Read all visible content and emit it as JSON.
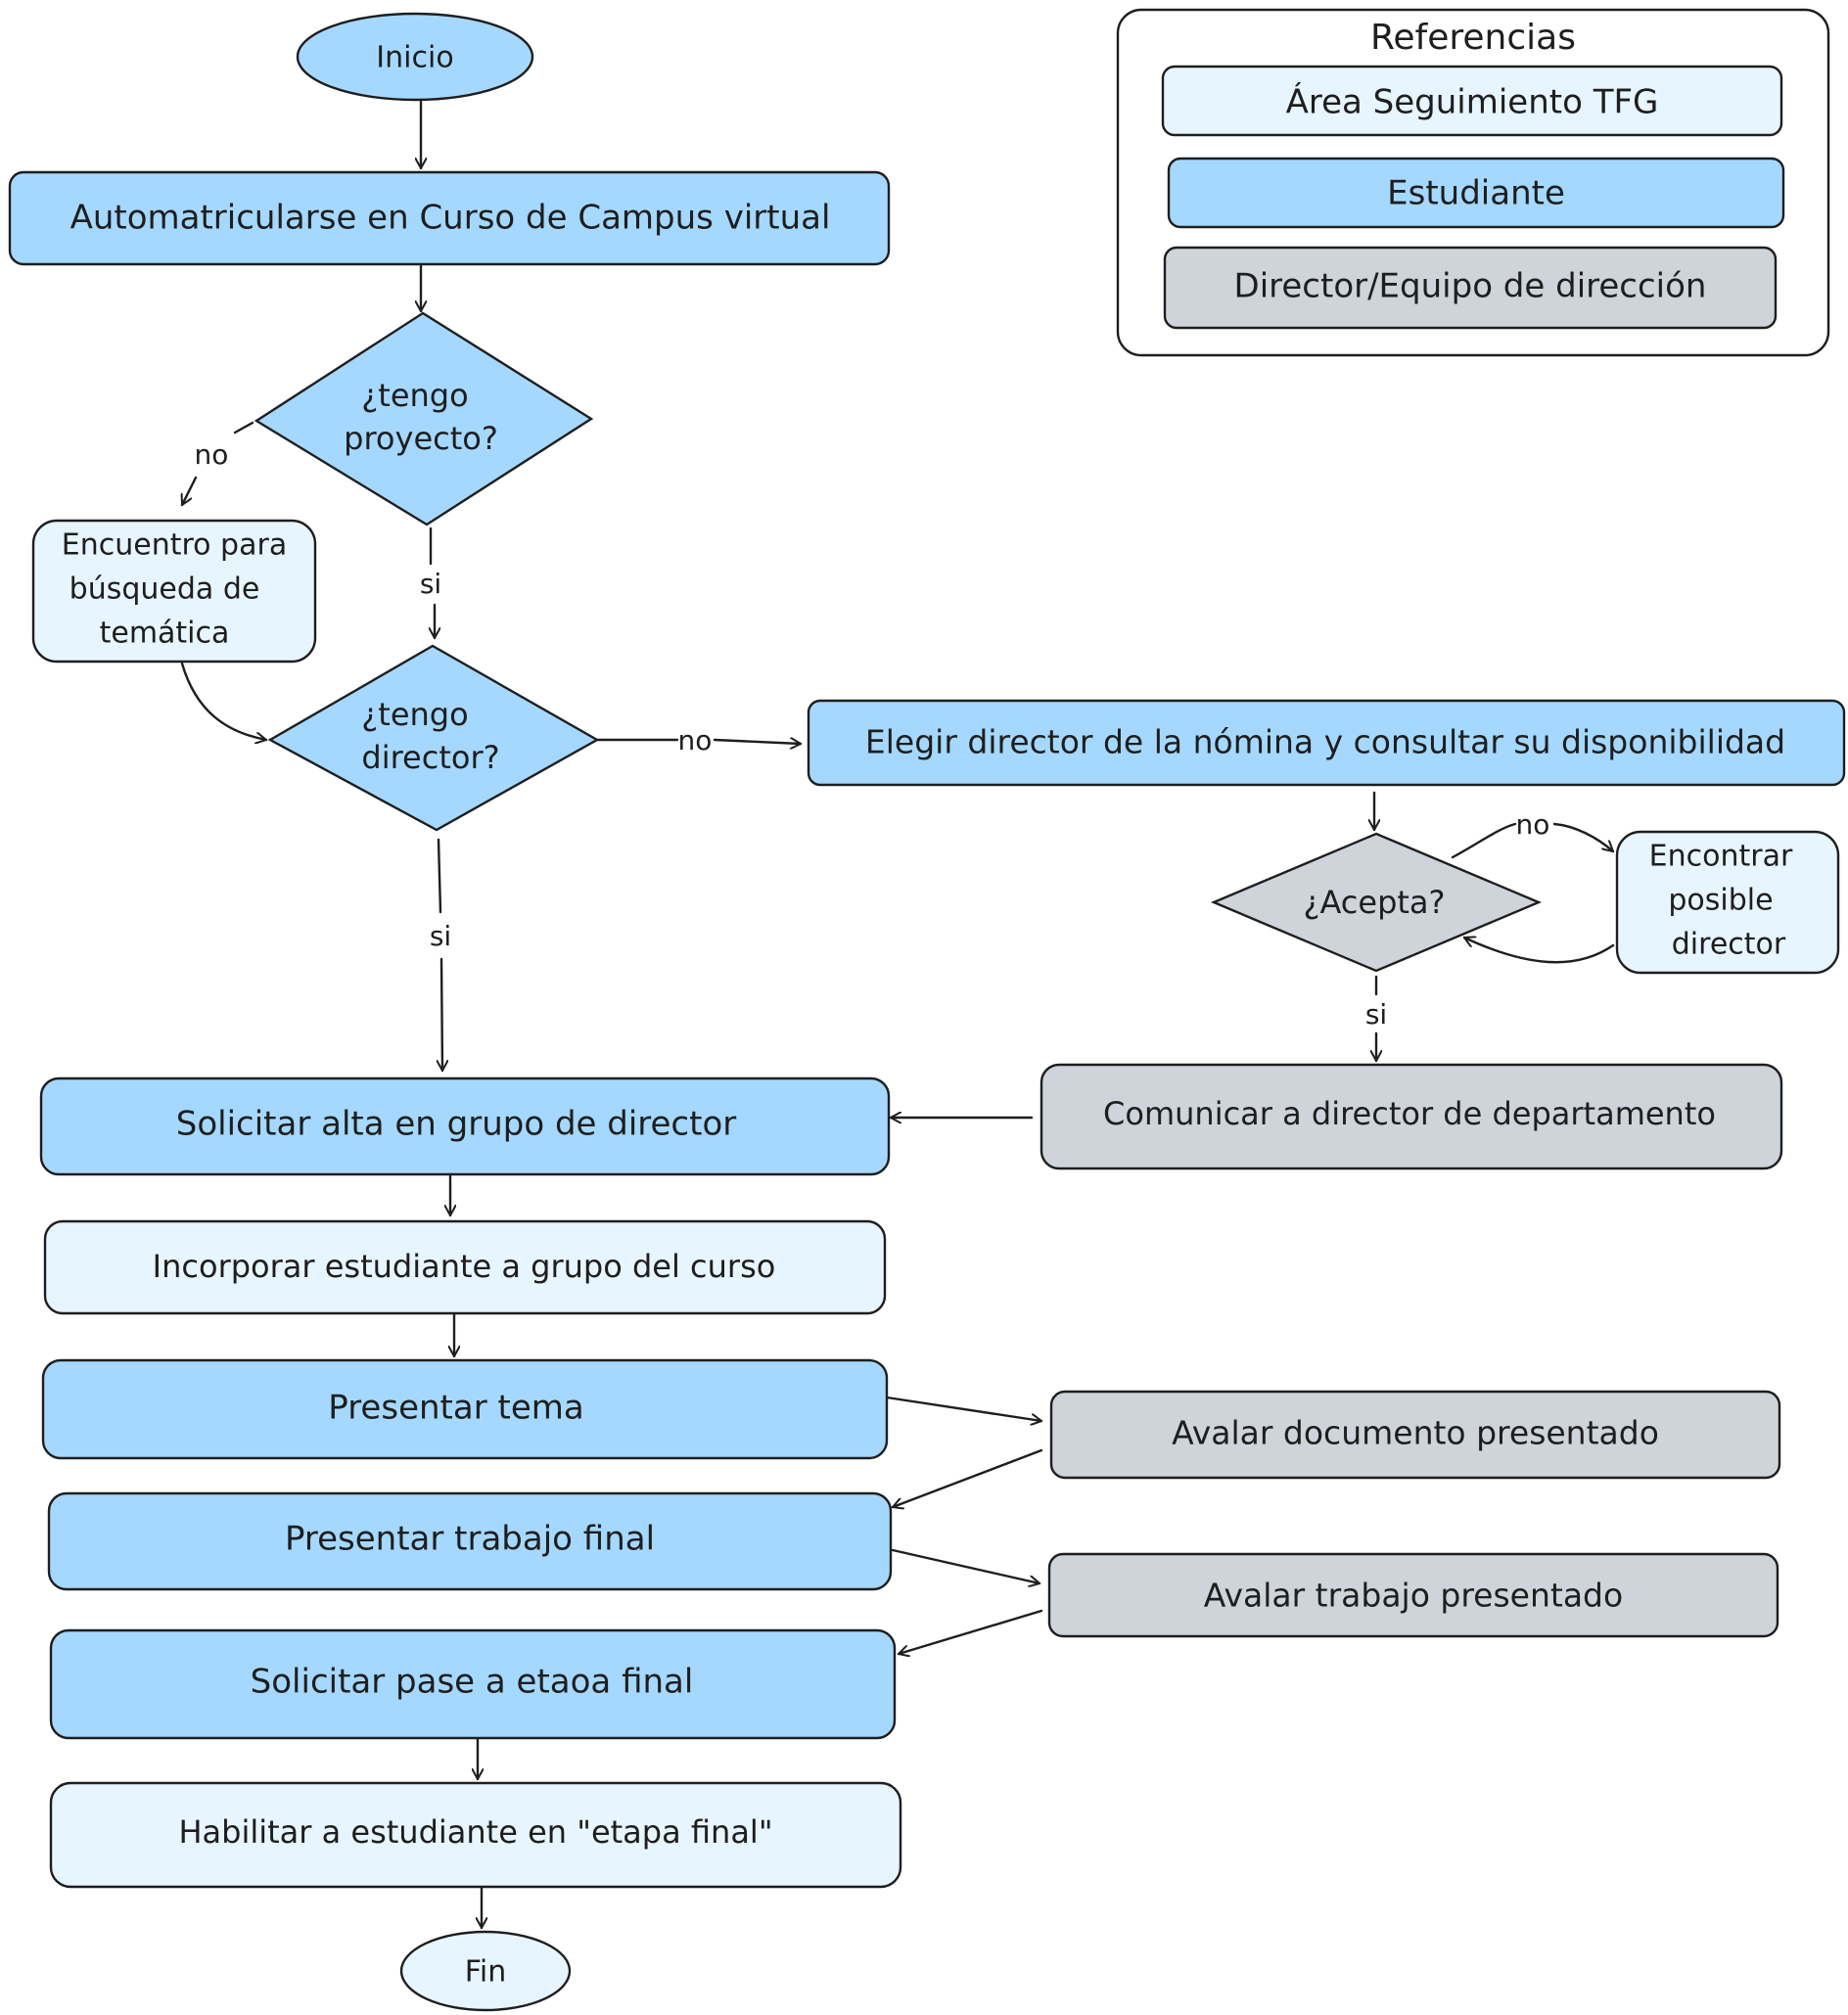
{
  "legend": {
    "title": "Referencias",
    "items": [
      {
        "label": "Área Seguimiento TFG",
        "role": "area",
        "color": "#e7f5ff"
      },
      {
        "label": "Estudiante",
        "role": "student",
        "color": "#a5d8ff"
      },
      {
        "label": "Director/Equipo de dirección",
        "role": "director",
        "color": "#ced4da"
      }
    ]
  },
  "nodes": {
    "inicio": "Inicio",
    "automatricula": "Automatricularse en Curso de Campus virtual",
    "tengo_proyecto": [
      "¿tengo",
      "proyecto?"
    ],
    "encuentro": [
      "Encuentro para",
      "búsqueda de",
      "temática"
    ],
    "tengo_director": [
      "¿tengo",
      "director?"
    ],
    "elegir_director": "Elegir director de la nómina y consultar su disponibilidad",
    "acepta": "¿Acepta?",
    "encontrar": [
      "Encontrar",
      "posible",
      "director"
    ],
    "comunicar": "Comunicar a director de departamento",
    "solicitar_alta": "Solicitar alta en grupo de director",
    "incorporar": "Incorporar estudiante a grupo del curso",
    "presentar_tema": "Presentar tema",
    "avalar_documento": "Avalar documento presentado",
    "presentar_trabajo": "Presentar trabajo final",
    "avalar_trabajo": "Avalar trabajo presentado",
    "solicitar_pase": "Solicitar pase a etaoa final",
    "habilitar": "Habilitar a estudiante en \"etapa final\"",
    "fin": "Fin"
  },
  "edge_labels": {
    "proyecto_no": "no",
    "proyecto_si": "si",
    "director_no": "no",
    "director_si": "si",
    "acepta_no": "no",
    "acepta_si": "si"
  }
}
